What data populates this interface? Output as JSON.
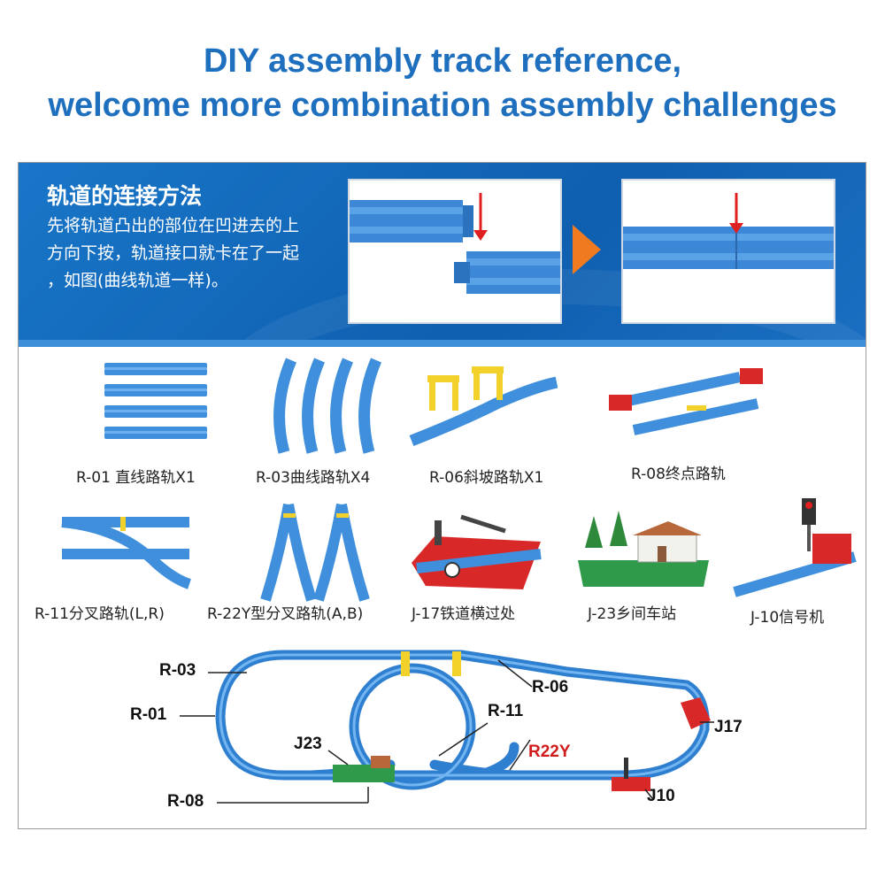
{
  "header": {
    "line1": "DIY assembly track reference,",
    "line2": "welcome more combination assembly challenges"
  },
  "banner": {
    "heading": "轨道的连接方法",
    "description": "先将轨道凸出的部位在凹进去的上方向下按，轨道接口就卡在了一起 ，如图(曲线轨道一样)。"
  },
  "parts": [
    {
      "icon": "straight-track-icon",
      "label": "R-01 直线路轨X1"
    },
    {
      "icon": "curved-track-icon",
      "label": "R-03曲线路轨X4"
    },
    {
      "icon": "slope-track-icon",
      "label": "R-06斜坡路轨X1"
    },
    {
      "icon": "end-track-icon",
      "label": "R-08终点路轨"
    },
    {
      "icon": "switch-track-icon",
      "label": "R-11分叉路轨(L,R)"
    },
    {
      "icon": "y-switch-track-icon",
      "label": "R-22Y型分叉路轨(A,B)"
    },
    {
      "icon": "railroad-crossing-icon",
      "label": "J-17铁道横过处"
    },
    {
      "icon": "country-station-icon",
      "label": "J-23乡间车站"
    },
    {
      "icon": "signal-icon",
      "label": "J-10信号机"
    }
  ],
  "layout_labels": {
    "r03": "R-03",
    "r01": "R-01",
    "j23": "J23",
    "r08": "R-08",
    "r06": "R-06",
    "r11": "R-11",
    "r22y": "R22Y",
    "j17": "J17",
    "j10": "J10"
  },
  "colors": {
    "title": "#1f6fbf",
    "banner": "#1468b8",
    "track": "#3f8fdc",
    "arrow": "#f07a20",
    "r22y_label": "#d01c1c"
  }
}
